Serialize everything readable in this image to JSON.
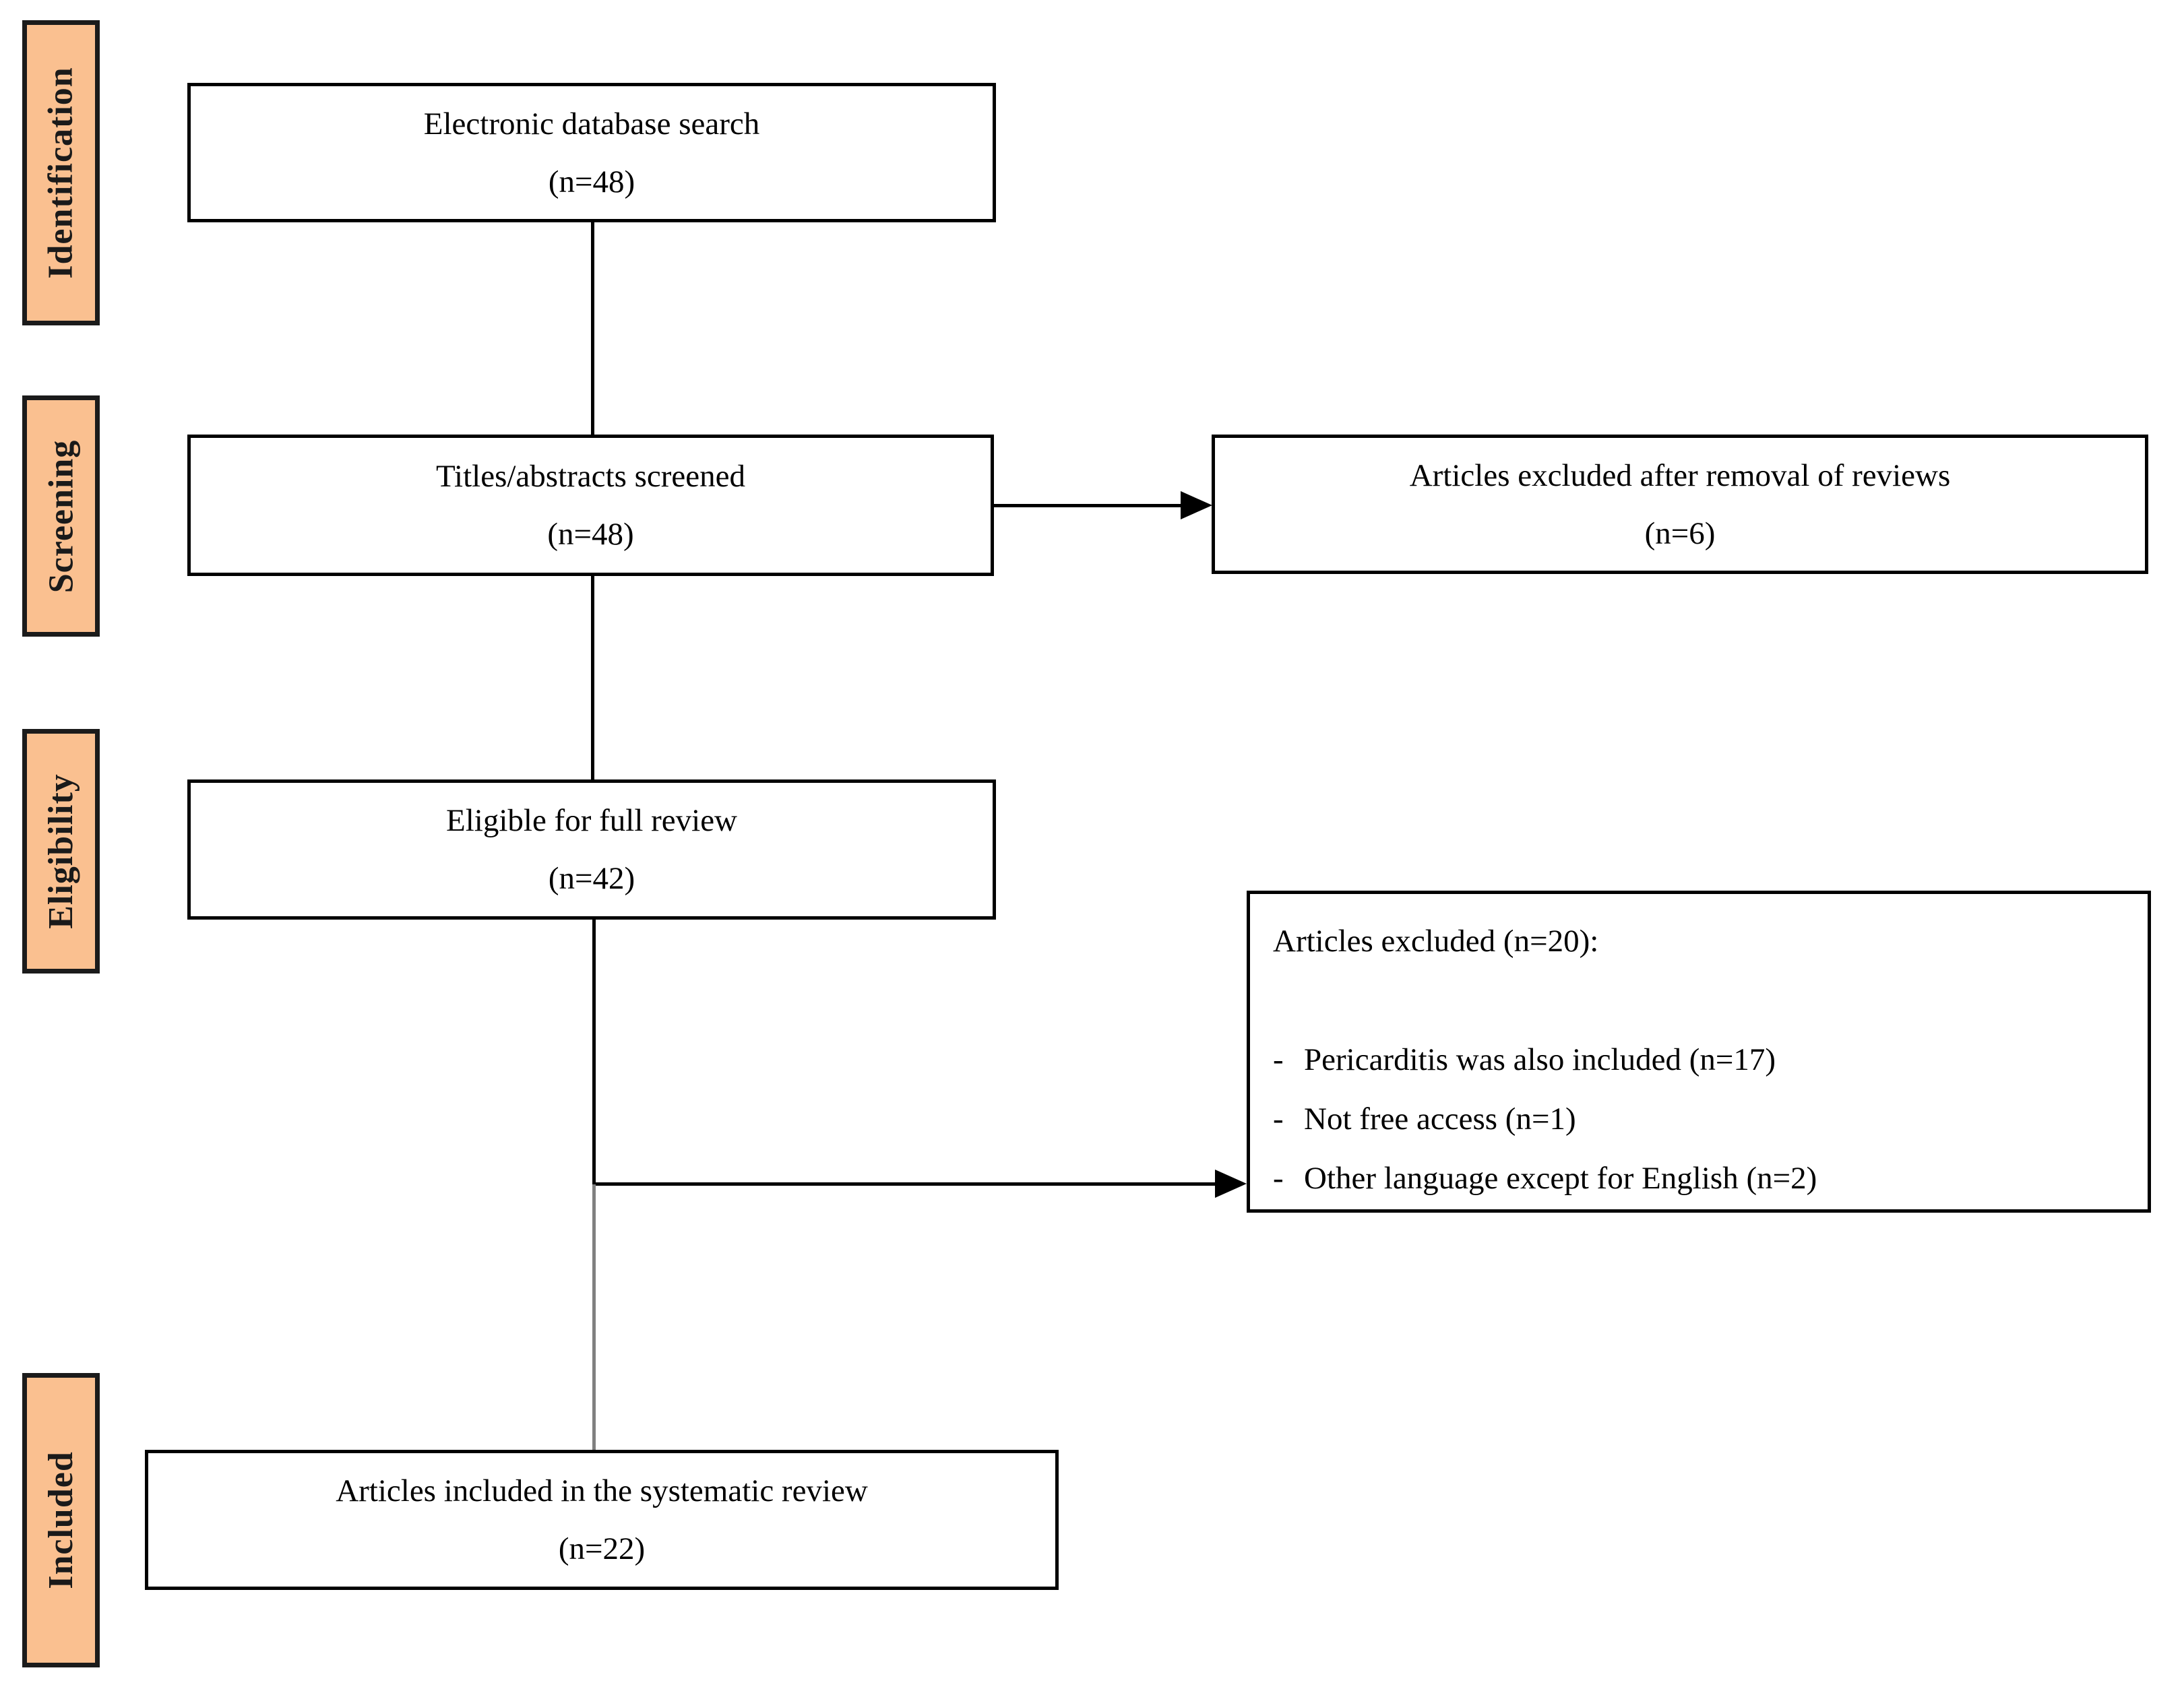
{
  "diagram_title": "PRISMA systematic review flow diagram",
  "stages": {
    "identification": {
      "label": "Identification"
    },
    "screening": {
      "label": "Screening"
    },
    "eligibility": {
      "label": "Eligibility"
    },
    "included": {
      "label": "Included"
    }
  },
  "boxes": {
    "search": {
      "line1": "Electronic database search",
      "line2": "(n=48)"
    },
    "screened": {
      "line1": "Titles/abstracts screened",
      "line2": "(n=48)"
    },
    "eligible": {
      "line1": "Eligible for full review",
      "line2": "(n=42)"
    },
    "included": {
      "line1": "Articles included in the systematic review",
      "line2": "(n=22)"
    },
    "excluded_reviews": {
      "line1": "Articles excluded after removal of reviews",
      "line2": "(n=6)"
    },
    "excluded_full": {
      "title": "Articles excluded (n=20):",
      "items": [
        {
          "dash": "-",
          "text": "Pericarditis was also included (n=17)"
        },
        {
          "dash": "-",
          "text": "Not free access (n=1)"
        },
        {
          "dash": "-",
          "text": "Other language except for English (n=2)"
        }
      ]
    }
  },
  "colors": {
    "stage_fill": "#FAC090",
    "stage_border": "#1B1B1B",
    "box_border": "#000000",
    "connector_black": "#000000",
    "connector_gray": "#808080",
    "background": "#FFFFFF",
    "text": "#000000"
  }
}
